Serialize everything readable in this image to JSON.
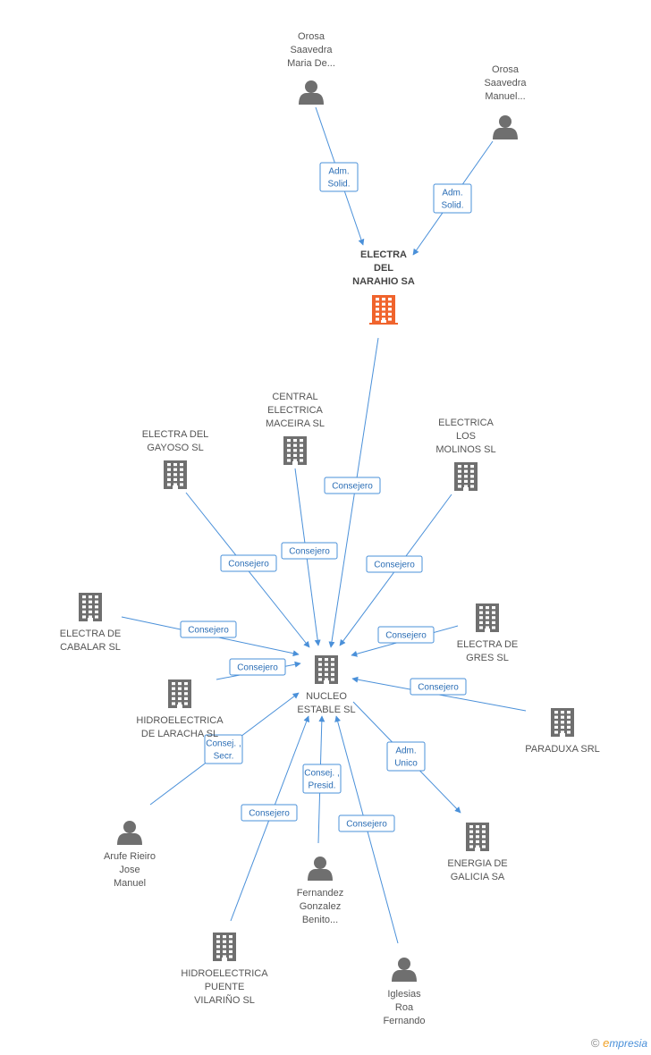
{
  "colors": {
    "edge": "#4a90d9",
    "edge_label_text": "#2a6db5",
    "node_icon": "#6f6f6f",
    "highlight_company": "#f0642d",
    "label_text": "#555555"
  },
  "nodes": [
    {
      "id": "orosa1",
      "type": "person",
      "label": [
        "Orosa",
        "Saavedra",
        "Maria De..."
      ]
    },
    {
      "id": "orosa2",
      "type": "person",
      "label": [
        "Orosa",
        "Saavedra",
        "Manuel..."
      ]
    },
    {
      "id": "electra_narahio",
      "type": "company",
      "highlight": true,
      "label": [
        "ELECTRA",
        "DEL",
        "NARAHIO SA"
      ]
    },
    {
      "id": "central_maceira",
      "type": "company",
      "label": [
        "CENTRAL",
        "ELECTRICA",
        "MACEIRA SL"
      ]
    },
    {
      "id": "electra_gayoso",
      "type": "company",
      "label": [
        "ELECTRA DEL",
        "GAYOSO SL"
      ]
    },
    {
      "id": "electrica_molinos",
      "type": "company",
      "label": [
        "ELECTRICA",
        "LOS",
        "MOLINOS SL"
      ]
    },
    {
      "id": "electra_cabalar",
      "type": "company",
      "label": [
        "ELECTRA DE",
        "CABALAR  SL"
      ]
    },
    {
      "id": "electra_gres",
      "type": "company",
      "label": [
        "ELECTRA DE",
        "GRES  SL"
      ]
    },
    {
      "id": "nucleo",
      "type": "company",
      "label": [
        "NUCLEO",
        "ESTABLE SL"
      ]
    },
    {
      "id": "hidro_laracha",
      "type": "company",
      "label": [
        "HIDROELECTRICA",
        "DE LARACHA SL"
      ]
    },
    {
      "id": "paraduxa",
      "type": "company",
      "label": [
        "PARADUXA SRL"
      ]
    },
    {
      "id": "arufe",
      "type": "person",
      "label": [
        "Arufe Rieiro",
        "Jose",
        "Manuel"
      ]
    },
    {
      "id": "energia_galicia",
      "type": "company",
      "label": [
        "ENERGIA DE",
        "GALICIA SA"
      ]
    },
    {
      "id": "fernandez",
      "type": "person",
      "label": [
        "Fernandez",
        "Gonzalez",
        "Benito..."
      ]
    },
    {
      "id": "hidro_vilarino",
      "type": "company",
      "label": [
        "HIDROELECTRICA",
        "PUENTE",
        "VILARIÑO  SL"
      ]
    },
    {
      "id": "iglesias",
      "type": "person",
      "label": [
        "Iglesias",
        "Roa",
        "Fernando"
      ]
    }
  ],
  "edges": [
    {
      "from": "orosa1",
      "to": "electra_narahio",
      "label": [
        "Adm.",
        "Solid."
      ]
    },
    {
      "from": "orosa2",
      "to": "electra_narahio",
      "label": [
        "Adm.",
        "Solid."
      ]
    },
    {
      "from": "electra_narahio",
      "to": "nucleo",
      "label": [
        "Consejero"
      ]
    },
    {
      "from": "central_maceira",
      "to": "nucleo",
      "label": [
        "Consejero"
      ]
    },
    {
      "from": "electra_gayoso",
      "to": "nucleo",
      "label": [
        "Consejero"
      ]
    },
    {
      "from": "electrica_molinos",
      "to": "nucleo",
      "label": [
        "Consejero"
      ]
    },
    {
      "from": "electra_cabalar",
      "to": "nucleo",
      "label": [
        "Consejero"
      ]
    },
    {
      "from": "electra_gres",
      "to": "nucleo",
      "label": [
        "Consejero"
      ]
    },
    {
      "from": "hidro_laracha",
      "to": "nucleo",
      "label": [
        "Consejero"
      ]
    },
    {
      "from": "paraduxa",
      "to": "nucleo",
      "label": [
        "Consejero"
      ]
    },
    {
      "from": "arufe",
      "to": "nucleo",
      "label": [
        "Consej. ,",
        "Secr."
      ]
    },
    {
      "from": "nucleo",
      "to": "energia_galicia",
      "label": [
        "Adm.",
        "Unico"
      ]
    },
    {
      "from": "fernandez",
      "to": "nucleo",
      "label": [
        "Consej. ,",
        "Presid."
      ]
    },
    {
      "from": "hidro_vilarino",
      "to": "nucleo",
      "label": [
        "Consejero"
      ]
    },
    {
      "from": "iglesias",
      "to": "nucleo",
      "label": [
        "Consejero"
      ]
    }
  ],
  "footer": {
    "copyright_symbol": "©",
    "brand_initial": "e",
    "brand_rest": "mpresia"
  }
}
